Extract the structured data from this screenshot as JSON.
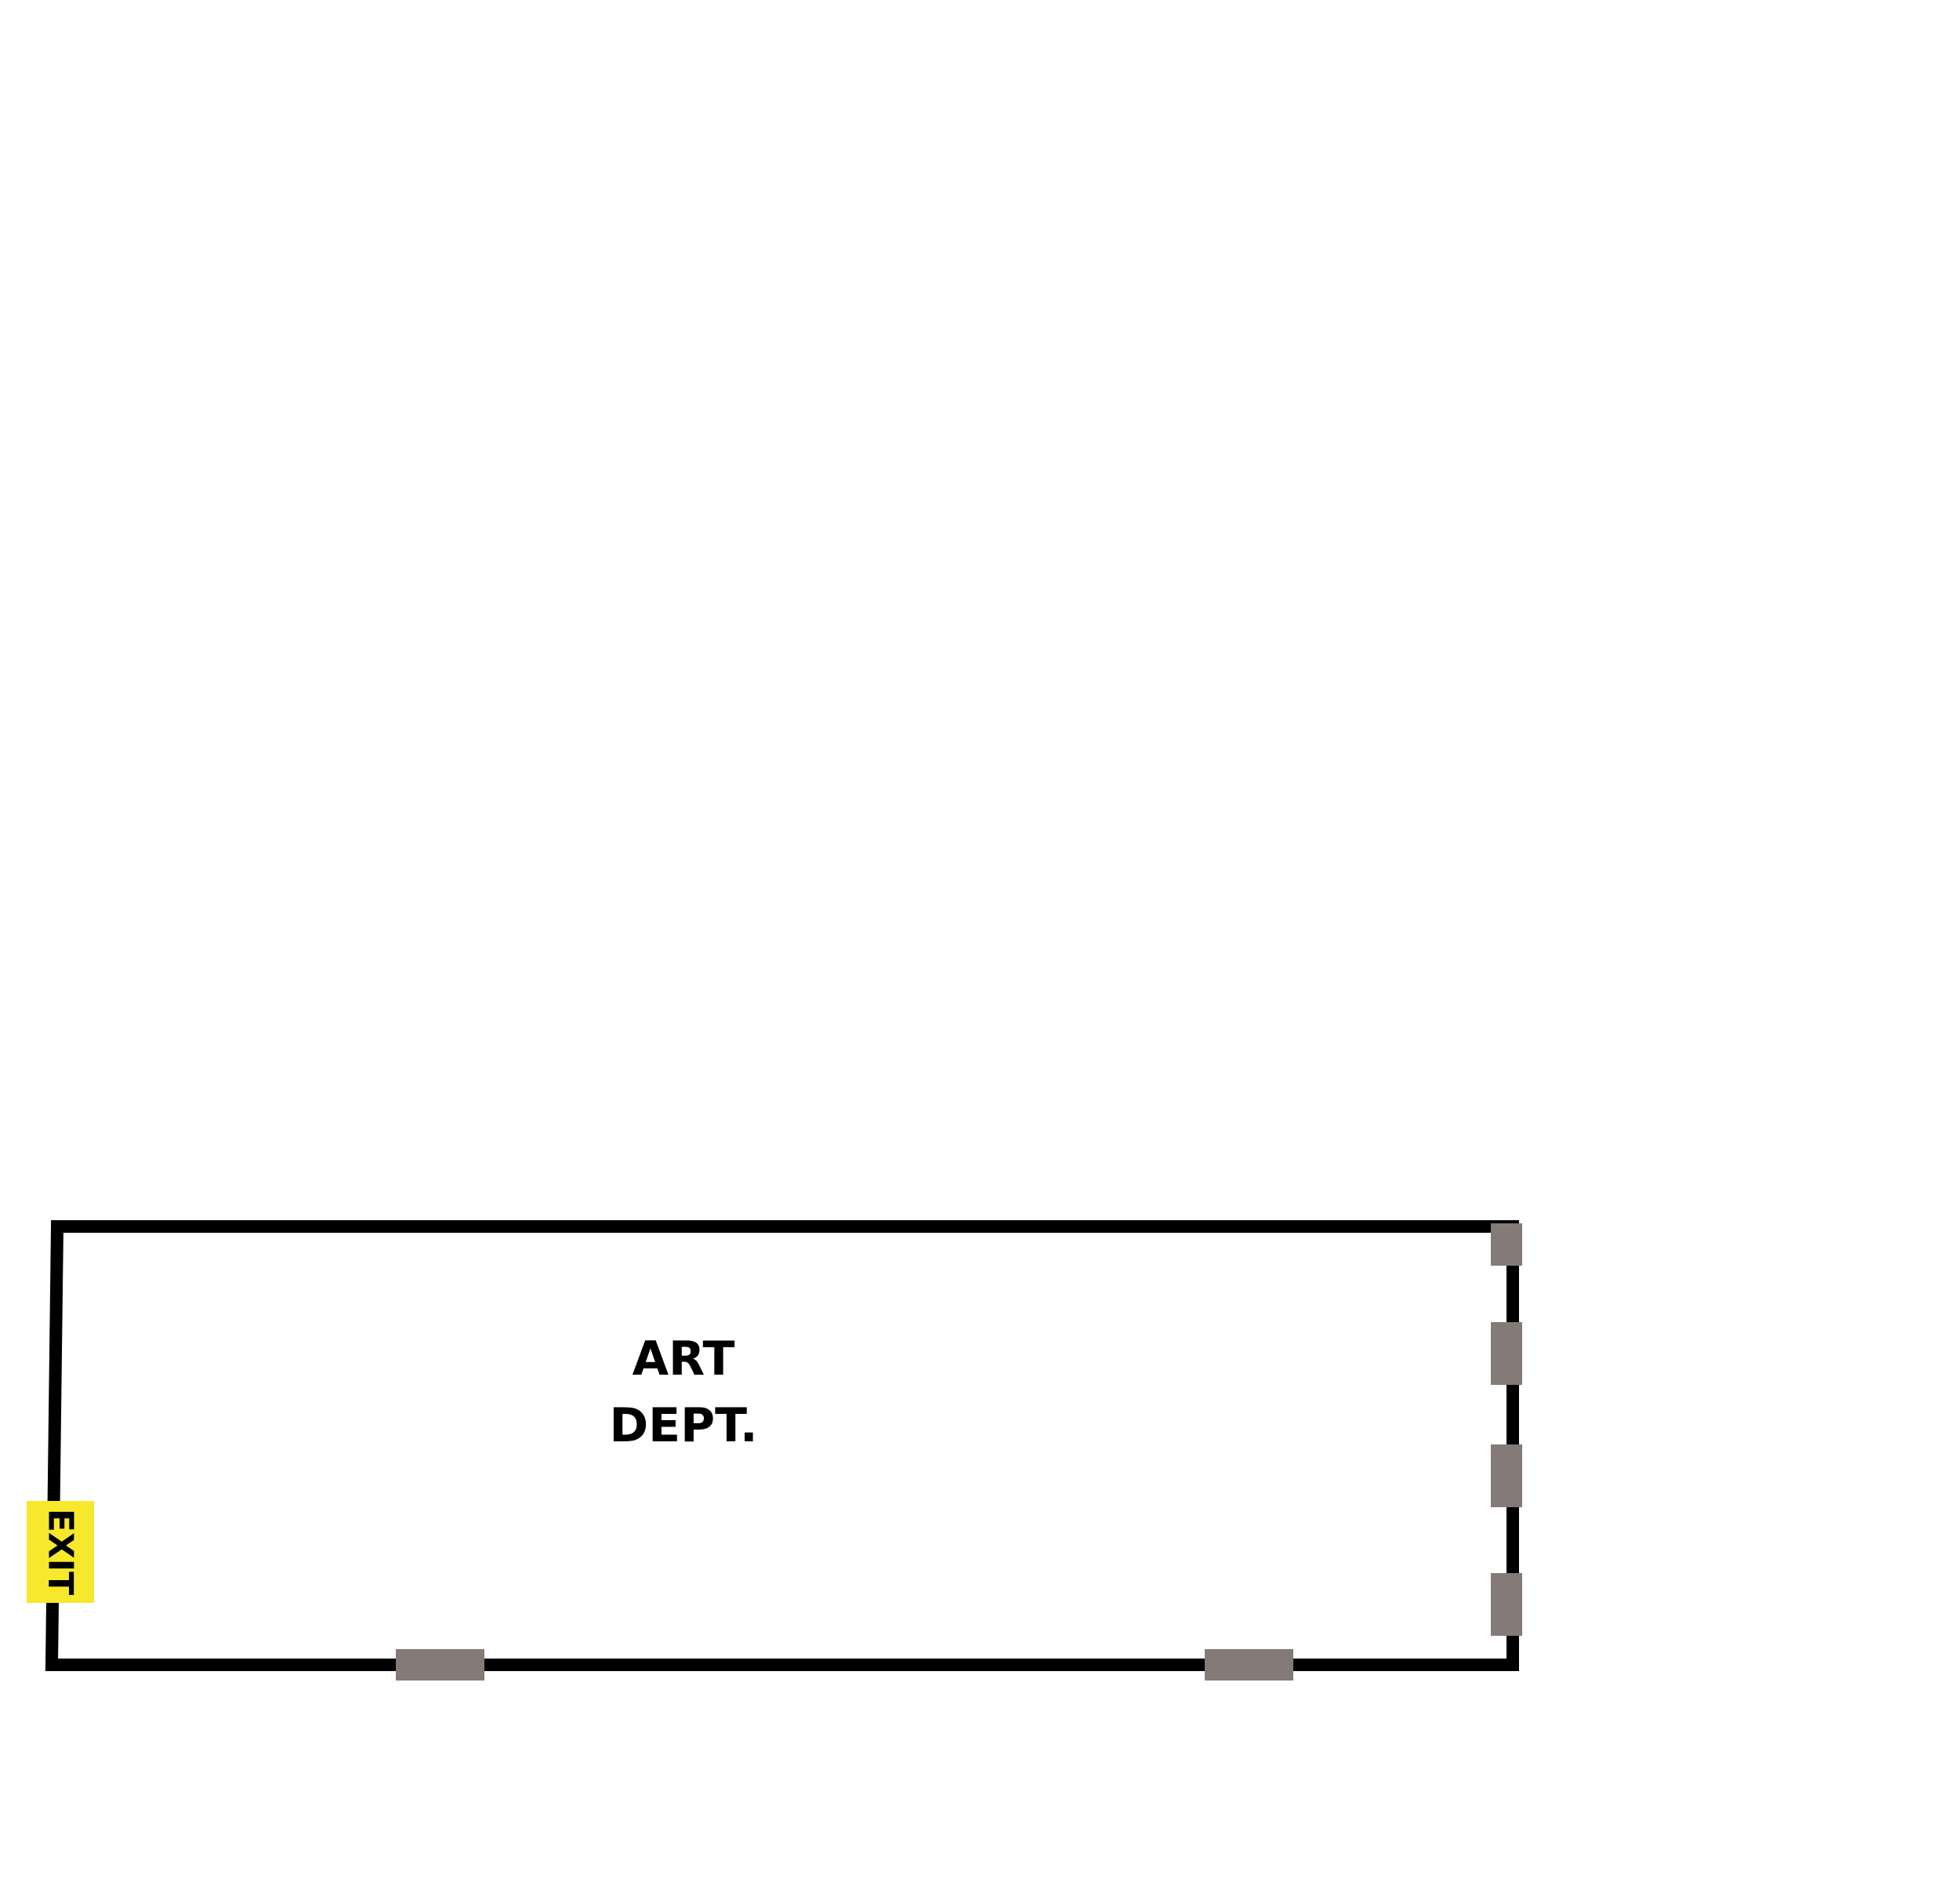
{
  "room": {
    "label_line1": "ART",
    "label_line2": "DEPT."
  },
  "exit": {
    "label": "EXIT"
  },
  "colors": {
    "wall": "#000000",
    "opening": "#847a77",
    "exit_sign": "#f6e82c",
    "background": "#ffffff",
    "text": "#000000"
  }
}
